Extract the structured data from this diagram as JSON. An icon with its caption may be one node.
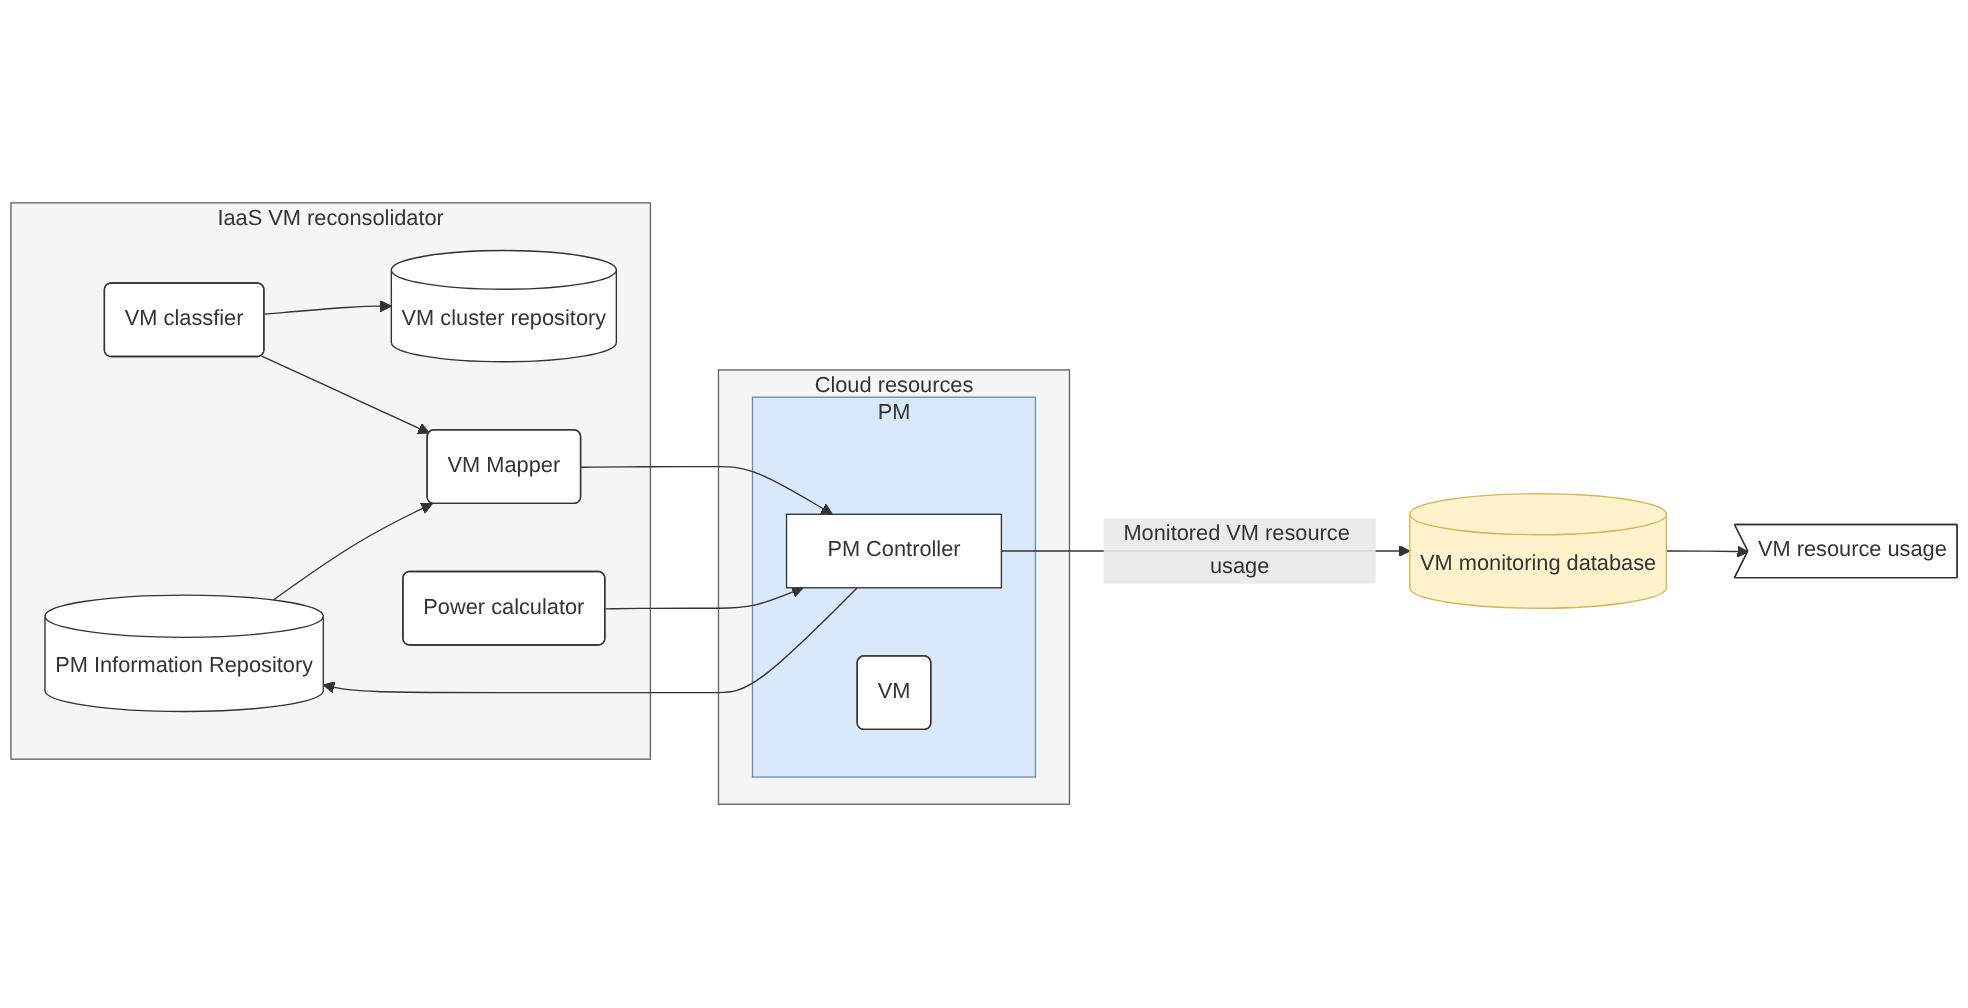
{
  "diagram": {
    "nodes": [
      {
        "text": [
          "VM monitoring database"
        ]
      },
      {
        "text": [
          "VM resource usage"
        ]
      },
      {
        "text": [
          "IaaS VM reconsolidator"
        ]
      },
      {
        "text": [
          "VM cluster repository"
        ],
        "in": 2
      },
      {
        "text": [
          "PM Information Repository"
        ],
        "in": 2
      },
      {
        "text": [
          "VM classfier"
        ],
        "in": 2
      },
      {
        "text": [
          "VM Mapper"
        ],
        "in": 2
      },
      {
        "text": [
          "Power calculator"
        ],
        "in": 2
      },
      {
        "text": [
          "Cloud resources"
        ]
      },
      {
        "text": [
          "PM"
        ],
        "in": 8
      },
      {
        "text": [
          "PM Controller"
        ],
        "in": 9
      },
      {
        "text": [
          "VM"
        ],
        "in": 9
      }
    ],
    "edges": [
      {
        "from": 10,
        "to": 0,
        "arrow": "to",
        "label": "Monitored VM resource usage"
      },
      {
        "from": 10,
        "to": 4,
        "arrow": "to"
      },
      {
        "from": 0,
        "to": 1,
        "arrow": "to"
      },
      {
        "from": 5,
        "to": 3,
        "arrow": "to"
      },
      {
        "from": 5,
        "to": 6,
        "arrow": "to"
      },
      {
        "from": 4,
        "to": 6,
        "arrow": "to"
      },
      {
        "from": 6,
        "to": 10,
        "arrow": "to"
      },
      {
        "from": 7,
        "to": 10,
        "arrow": "to"
      }
    ]
  }
}
